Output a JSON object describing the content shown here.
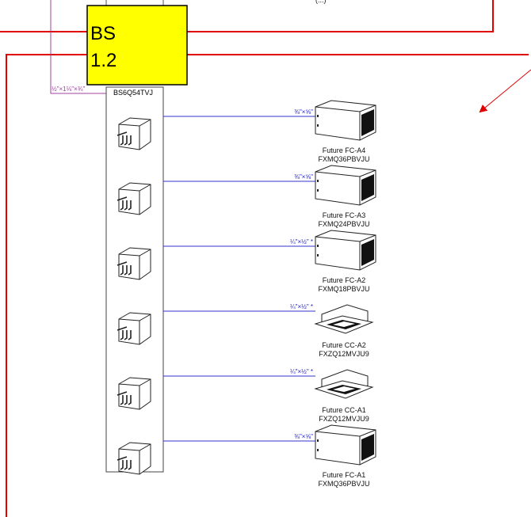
{
  "bs_box": {
    "line1": "BS",
    "line2": "1.2",
    "model": "BS6Q54TVJ",
    "fill_color": "#ffff00"
  },
  "main_pipe_label": "½\"×1⅛\"×¾\"",
  "top_partial_text": "(...)",
  "colors": {
    "outline_red": "#e00000",
    "branch_blue": "#3333cc",
    "main_purple": "#a040a0",
    "arrow_red": "#e00000"
  },
  "ports": [
    {
      "pipe": "⅜\"×⅝\"",
      "unit_name": "Future FC-A4",
      "unit_model": "FXMQ36PBVJU",
      "unit_type": "ducted"
    },
    {
      "pipe": "⅜\"×⅝\"",
      "unit_name": "Future FC-A3",
      "unit_model": "FXMQ24PBVJU",
      "unit_type": "ducted"
    },
    {
      "pipe": "¼\"×½\" *",
      "unit_name": "Future FC-A2",
      "unit_model": "FXMQ18PBVJU",
      "unit_type": "ducted"
    },
    {
      "pipe": "¼\"×½\" *",
      "unit_name": "Future CC-A2",
      "unit_model": "FXZQ12MVJU9",
      "unit_type": "cassette"
    },
    {
      "pipe": "¼\"×½\" *",
      "unit_name": "Future CC-A1",
      "unit_model": "FXZQ12MVJU9",
      "unit_type": "cassette"
    },
    {
      "pipe": "⅜\"×⅝\"",
      "unit_name": "Future FC-A1",
      "unit_model": "FXMQ36PBVJU",
      "unit_type": "ducted"
    }
  ]
}
